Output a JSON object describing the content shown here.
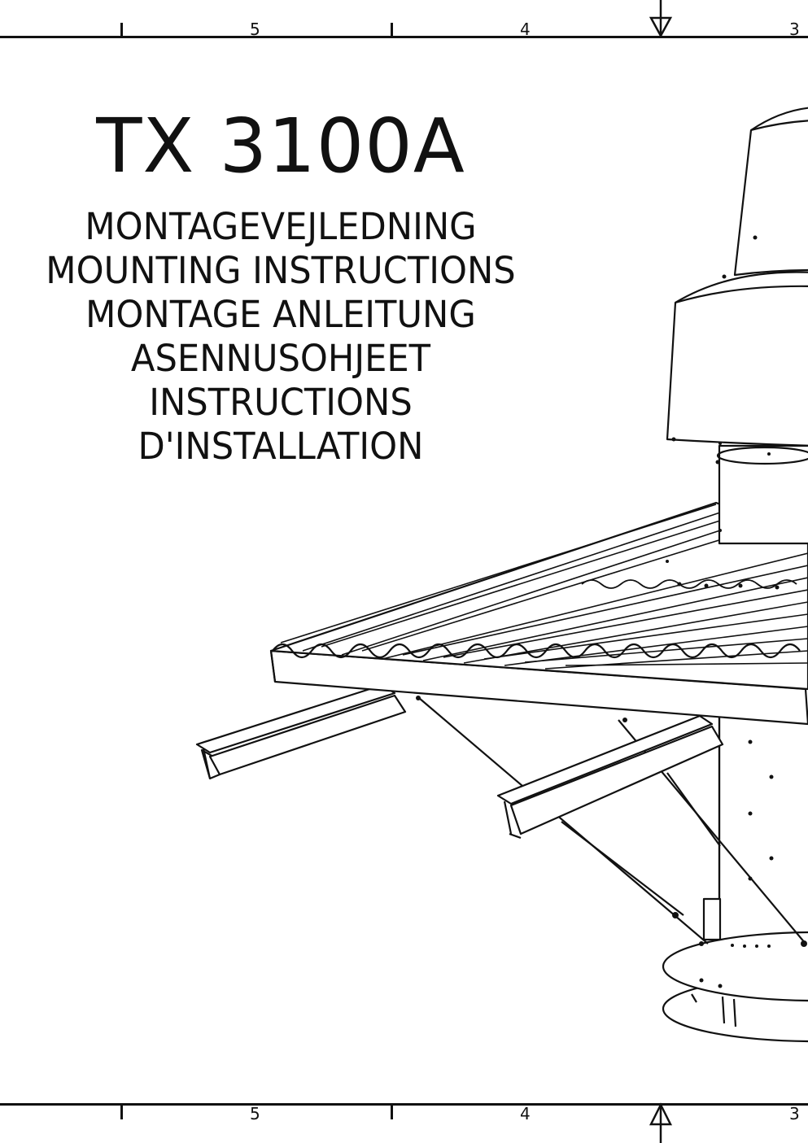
{
  "frame": {
    "top_zones": [
      "5",
      "4",
      "3"
    ],
    "bottom_zones": [
      "5",
      "4",
      "3"
    ]
  },
  "document": {
    "model": "TX 3100A",
    "subtitles": [
      "MONTAGEVEJLEDNING",
      "MOUNTING INSTRUCTIONS",
      "MONTAGE ANLEITUNG",
      "ASENNUSOHJEET",
      "INSTRUCTIONS D'INSTALLATION"
    ]
  },
  "illustration": {
    "subject": "roof-fan-on-corrugated-roof",
    "line_color": "#111111"
  }
}
